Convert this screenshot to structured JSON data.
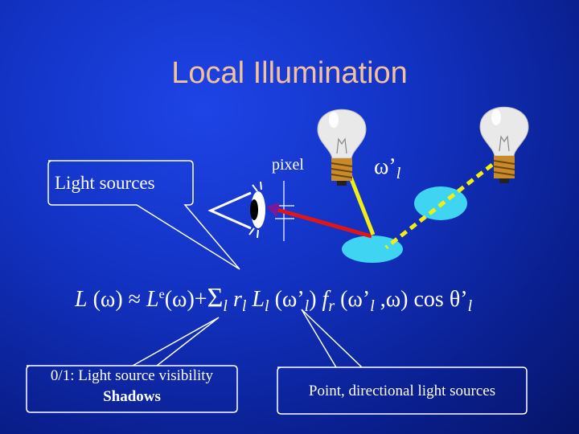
{
  "title": "Local Illumination",
  "labels": {
    "pixel": "pixel",
    "omega_prime_l": "ω’",
    "omega_sub": "l"
  },
  "callouts": {
    "light_sources": "Light sources",
    "visibility_line1": "0/1: Light source visibility",
    "visibility_line2": "Shadows",
    "point_directional": "Point, directional light sources"
  },
  "formula": {
    "lhs": "L",
    "lhs_arg": " (ω) ≈ ",
    "le": "L",
    "le_sup": "e",
    "le_arg": "(ω)+",
    "sum": "Σ",
    "sum_sub": "l",
    "r": " r",
    "r_sub": "l",
    "L2": " L",
    "L2_sub": "l",
    "L2_arg": " (ω’",
    "L2_arg_sub": "l",
    "L2_close": ")",
    "f": " f",
    "f_sub": "r",
    "f_arg": " (ω’",
    "f_arg_sub": "l",
    "f_arg2": " ,ω) cos θ’",
    "theta_sub": "l"
  },
  "colors": {
    "title": "#f2c29b",
    "cyan_surface": "#3fd4f2",
    "light_ray": "#f2ee10",
    "eye_ray": "#e01616",
    "eye_ray_head": "#7a1a9a"
  }
}
